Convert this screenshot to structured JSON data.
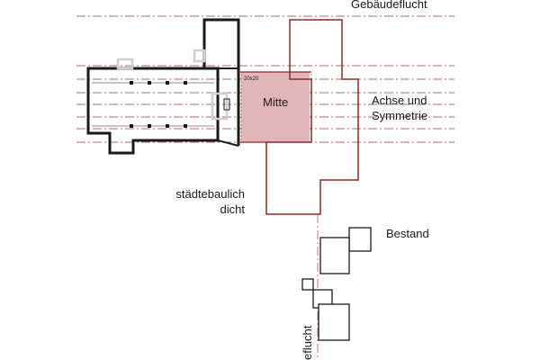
{
  "labels": {
    "gebaeudeflucht": "Gebäudeflucht",
    "raster": "20x20",
    "mitte": "Mitte",
    "achse_line1": "Achse und",
    "achse_line2": "Symmetrie",
    "dicht_line1": "städtebaulich",
    "dicht_line2": "dicht",
    "bestand": "Bestand",
    "flucht_vertical": "eflucht"
  },
  "colors": {
    "axis_line": "#b06a6a",
    "new_building": "#8b2a2a",
    "existing": "#1a1a1a",
    "mitte_fill": "#e2b5b8",
    "wall_light": "#cfcfcf"
  }
}
